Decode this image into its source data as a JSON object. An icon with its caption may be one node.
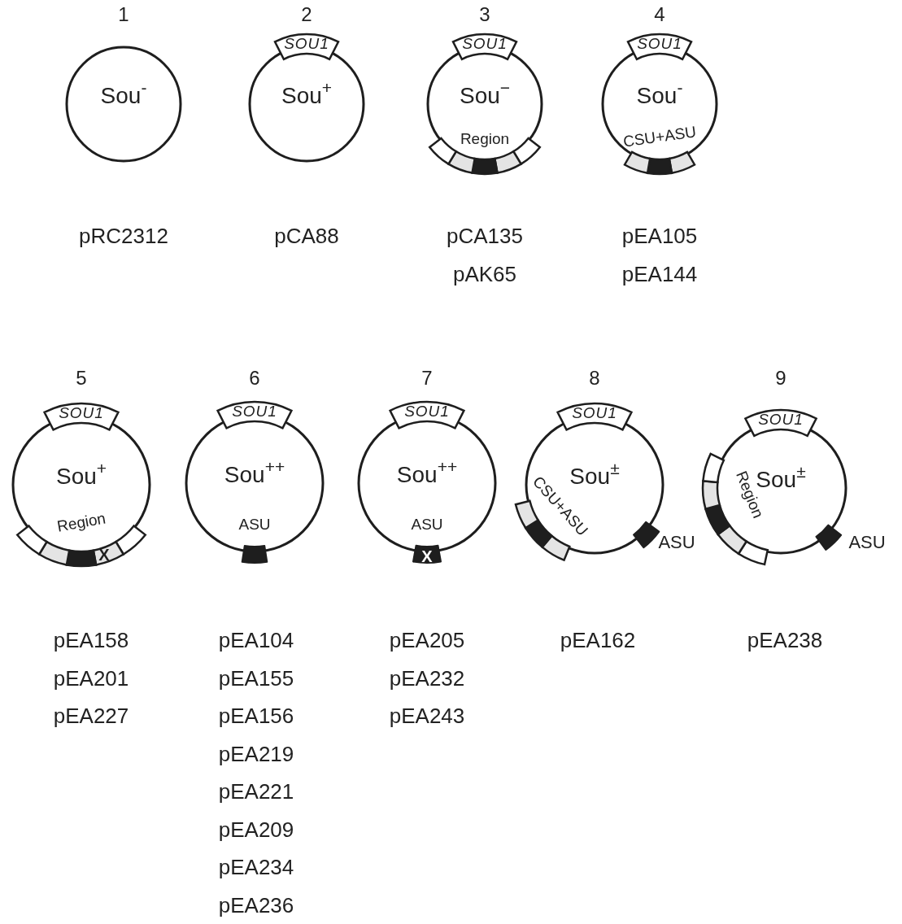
{
  "diagram": {
    "nodes": [
      {
        "text": [
          "1",
          "Sou$^{-}$"
        ],
        "beside": [
          "pRC2312"
        ]
      },
      {
        "text": [
          "2",
          "Sou$^{+}$"
        ],
        "beside": [
          "pCA88"
        ]
      },
      {
        "text": [
          "SOU1"
        ]
      },
      {
        "text": [
          "3",
          "Sou$^{−}$",
          "Region"
        ],
        "beside": [
          "pCA135",
          "pAK65"
        ]
      },
      {
        "text": [
          "SOU1"
        ]
      },
      {
        "text": [
          "4",
          "Sou$^{-}$",
          "CSU+ASU"
        ],
        "beside": [
          "pEA105",
          "pEA144"
        ]
      },
      {
        "text": [
          "SOU1"
        ]
      },
      {
        "text": [
          "5",
          "Sou$^{+}$",
          "Region"
        ],
        "beside": [
          "pEA158",
          "pEA201",
          "pEA227"
        ]
      },
      {
        "text": [
          "SOU1"
        ]
      },
      {
        "text": [
          "6",
          "Sou$^{++}$",
          "ASU"
        ],
        "beside": [
          "pEA104",
          "pEA155",
          "pEA156",
          "pEA219",
          "pEA221",
          "pEA209",
          "pEA234",
          "pEA236"
        ]
      },
      {
        "text": [
          "SOU1"
        ]
      },
      {
        "text": [
          "7",
          "Sou$^{++}$",
          "ASU"
        ],
        "beside": [
          "pEA205",
          "pEA232",
          "pEA243"
        ]
      },
      {
        "text": [
          "SOU1"
        ]
      },
      {
        "text": [
          "8",
          "Sou$^{±}$",
          "CSU+ASU"
        ],
        "beside": [
          "ASU",
          "pEA162"
        ]
      },
      {
        "text": [
          "SOU1"
        ]
      },
      {
        "text": [
          "9",
          "Sou$^{±}$",
          "Region"
        ],
        "beside": [
          "ASU",
          "pEA238"
        ]
      },
      {
        "text": [
          "SOU1"
        ]
      }
    ],
    "labels": [
      "X",
      "X"
    ]
  }
}
